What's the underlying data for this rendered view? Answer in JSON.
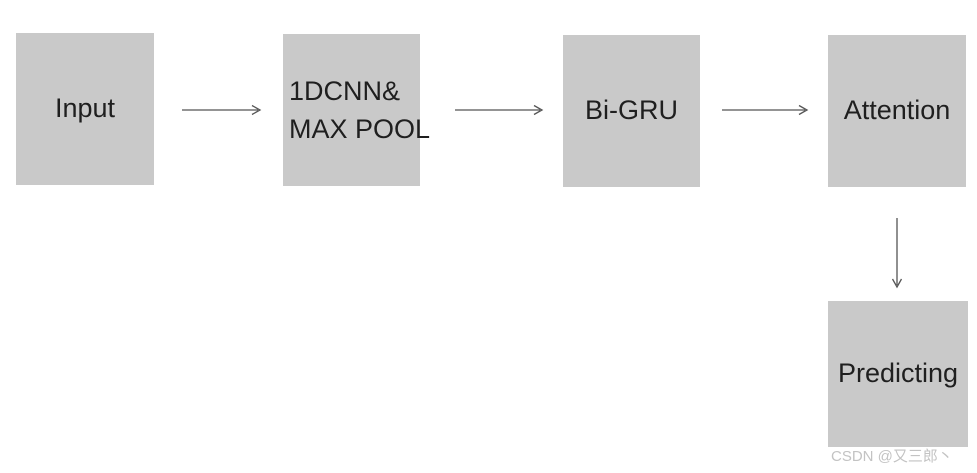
{
  "diagram": {
    "type": "flowchart",
    "nodes": [
      {
        "id": "input",
        "label": "Input"
      },
      {
        "id": "cnn-maxpool",
        "lines": [
          "1DCNN&",
          "MAX POOL"
        ]
      },
      {
        "id": "bigru",
        "label": "Bi-GRU"
      },
      {
        "id": "attention",
        "label": "Attention"
      },
      {
        "id": "predicting",
        "label": "Predicting"
      }
    ],
    "edges": [
      {
        "from": "input",
        "to": "cnn-maxpool",
        "direction": "right"
      },
      {
        "from": "cnn-maxpool",
        "to": "bigru",
        "direction": "right"
      },
      {
        "from": "bigru",
        "to": "attention",
        "direction": "right"
      },
      {
        "from": "attention",
        "to": "predicting",
        "direction": "down"
      }
    ],
    "colors": {
      "node_fill": "#c9c9c9",
      "node_text": "#1f1f1f",
      "arrow": "#555555",
      "background": "#ffffff",
      "watermark_text_color": "#c3c3c3"
    }
  },
  "watermark": {
    "text": "CSDN @又三郎丶"
  }
}
